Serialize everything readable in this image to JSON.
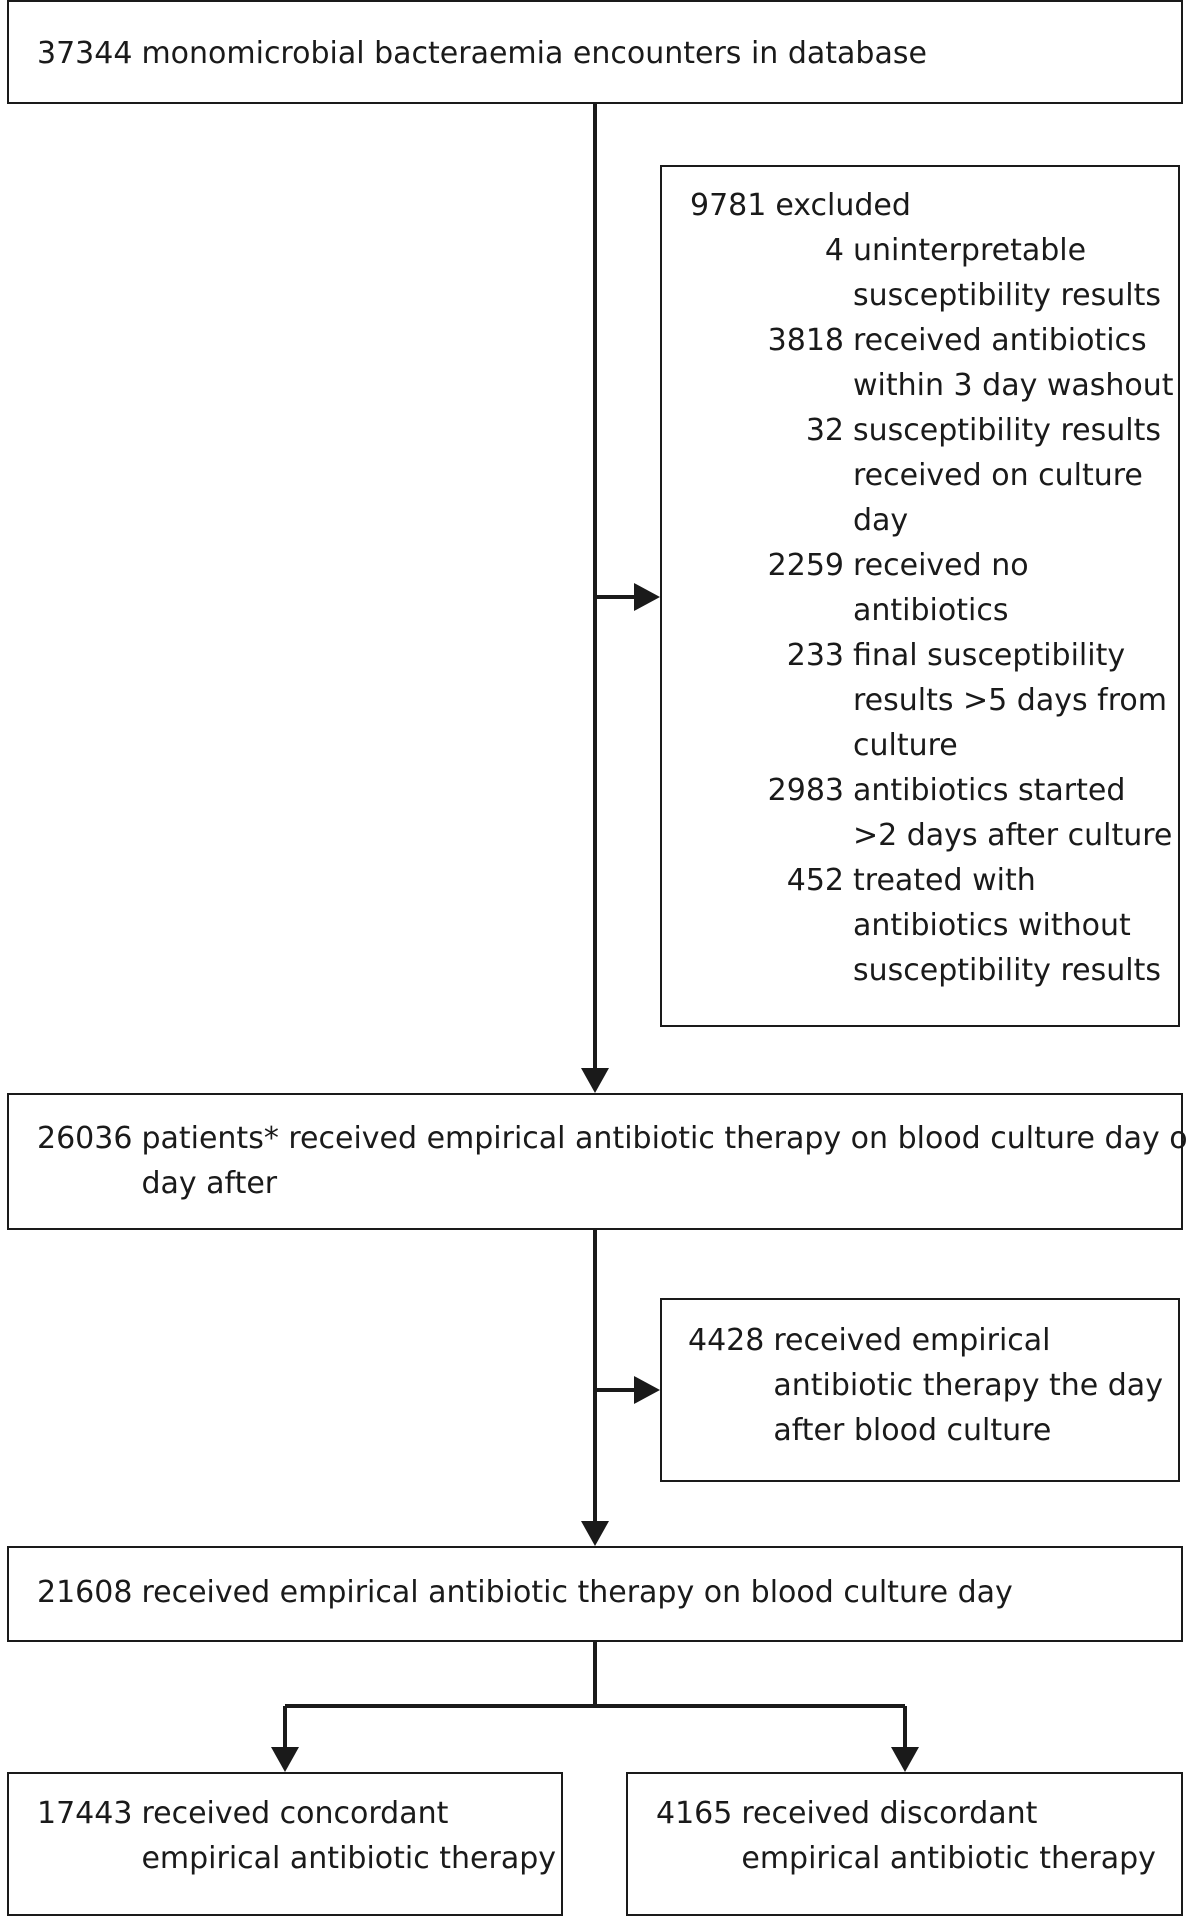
{
  "top": {
    "num": "37344",
    "text": "monomicrobial bacteraemia encounters in database"
  },
  "excluded": {
    "header": {
      "num": "9781",
      "text": "excluded"
    },
    "items": [
      {
        "num": "4",
        "lines": [
          "uninterpretable",
          "susceptibility results"
        ]
      },
      {
        "num": "3818",
        "lines": [
          "received antibiotics",
          "within 3 day washout"
        ]
      },
      {
        "num": "32",
        "lines": [
          "susceptibility results",
          "received on culture",
          "day"
        ]
      },
      {
        "num": "2259",
        "lines": [
          "received no",
          "antibiotics"
        ]
      },
      {
        "num": "233",
        "lines": [
          "final susceptibility",
          "results >5 days from",
          "culture"
        ]
      },
      {
        "num": "2983",
        "lines": [
          "antibiotics started",
          ">2 days after culture"
        ]
      },
      {
        "num": "452",
        "lines": [
          "treated with",
          "antibiotics without",
          "susceptibility results"
        ]
      }
    ]
  },
  "empirical": {
    "num": "26036",
    "lines": [
      "patients* received empirical antibiotic therapy on blood culture day or",
      "day after"
    ]
  },
  "dayafter": {
    "num": "4428",
    "lines": [
      "received empirical",
      "antibiotic therapy the day",
      "after blood culture"
    ]
  },
  "cultureday": {
    "num": "21608",
    "text": "received empirical antibiotic therapy on blood culture day"
  },
  "concordant": {
    "num": "17443",
    "lines": [
      "received concordant",
      "empirical antibiotic therapy"
    ]
  },
  "discordant": {
    "num": "4165",
    "lines": [
      "received discordant",
      "empirical antibiotic therapy"
    ]
  }
}
